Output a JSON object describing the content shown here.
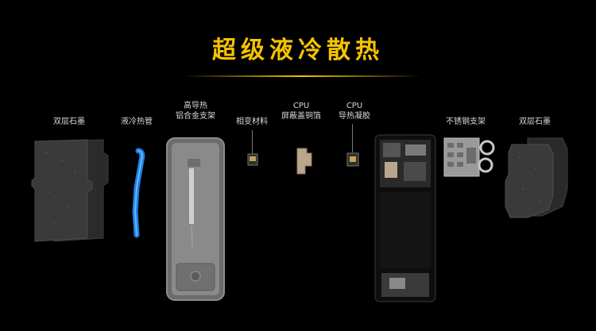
{
  "title": "超级液冷散热",
  "components": [
    {
      "lines": [
        "双层石墨"
      ]
    },
    {
      "lines": [
        "液冷热管"
      ]
    },
    {
      "lines": [
        "高导热",
        "铝合金支架"
      ]
    },
    {
      "lines": [
        "相变材料"
      ]
    },
    {
      "lines": [
        "CPU",
        "屏蔽盖铜箔"
      ]
    },
    {
      "lines": [
        "CPU",
        "导热凝胶"
      ]
    },
    {
      "lines": [
        "不锈钢支架"
      ]
    },
    {
      "lines": [
        "双层石墨"
      ]
    }
  ],
  "colors": {
    "title": "#f5c400",
    "heat_pipe": "#1e7fe0",
    "copper_foil": "#b9a68b",
    "gel": "#c7a25a"
  }
}
